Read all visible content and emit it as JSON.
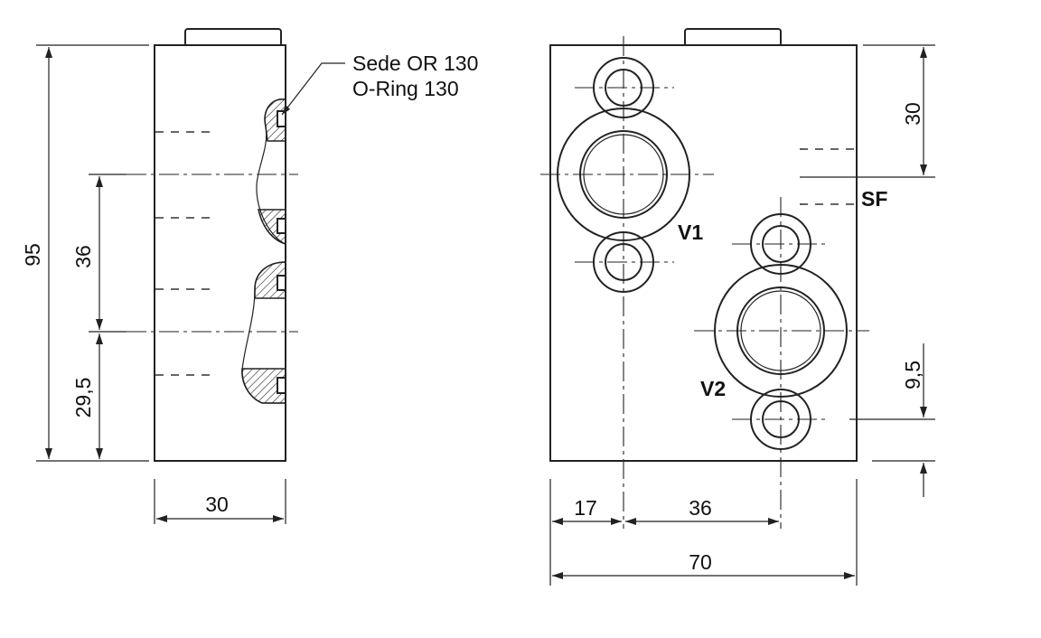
{
  "note": {
    "line1": "Sede OR 130",
    "line2": "O-Ring 130"
  },
  "side_view": {
    "height_total": "95",
    "spacing_mid": "36",
    "spacing_bottom": "29,5",
    "width": "30"
  },
  "front_view": {
    "top_offset": "30",
    "bottom_offset": "9,5",
    "x_offset": "17",
    "port_spacing": "36",
    "width": "70"
  },
  "port_labels": {
    "v1": "V1",
    "v2": "V2",
    "sf": "SF"
  }
}
